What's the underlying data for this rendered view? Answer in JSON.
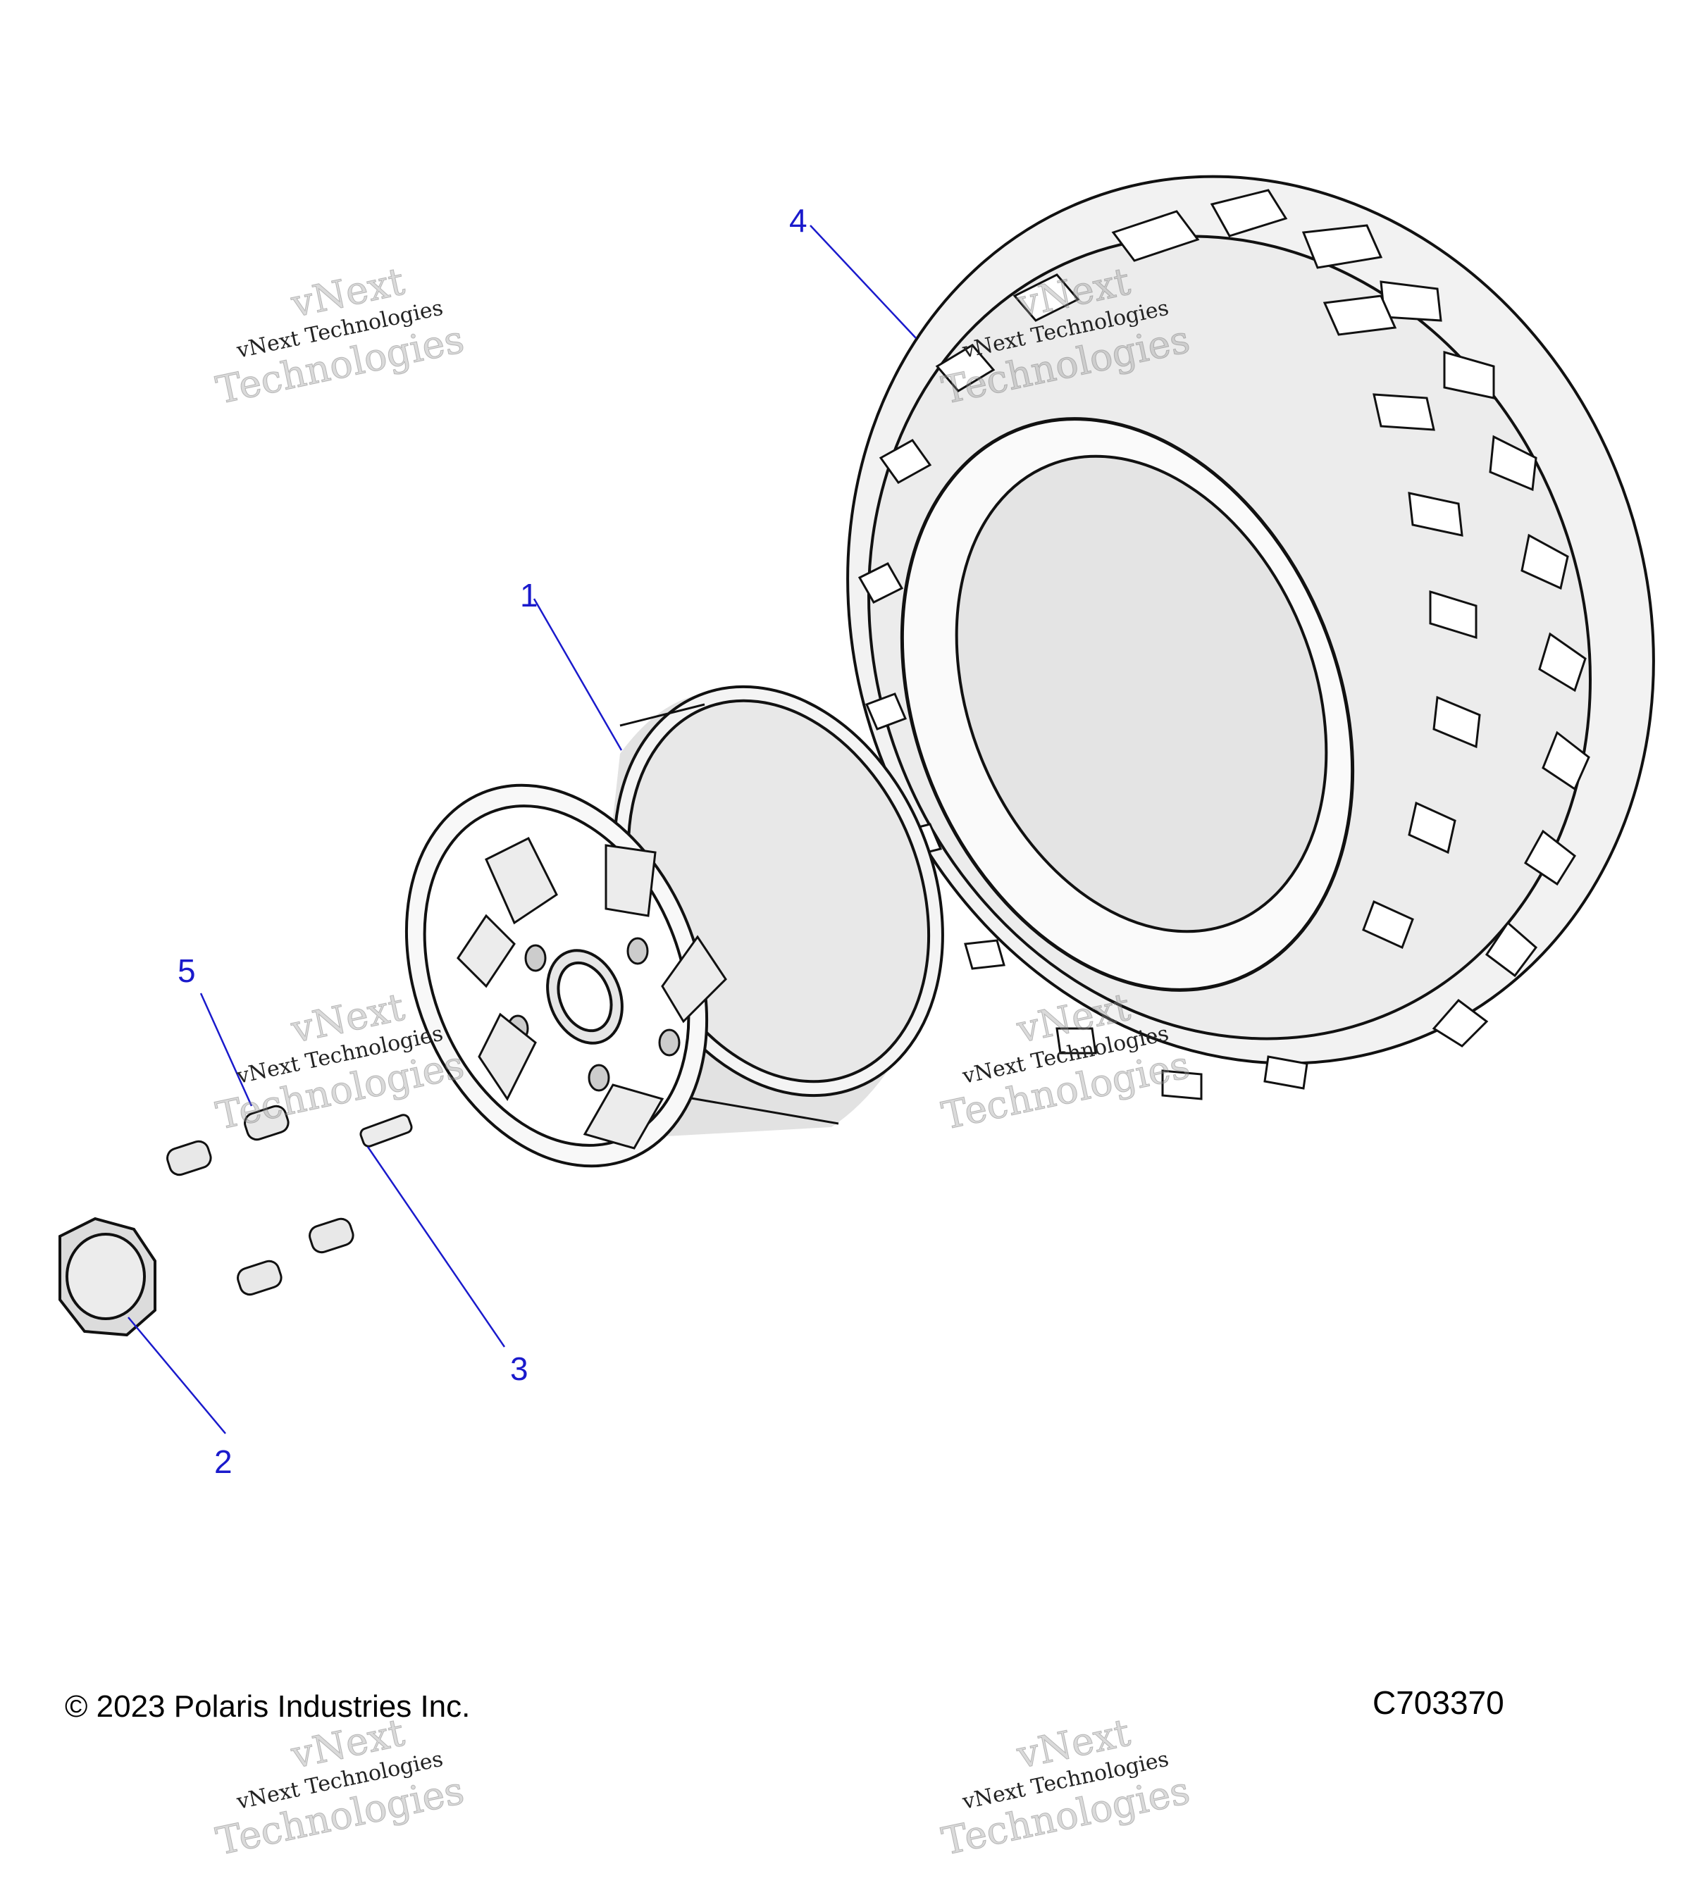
{
  "callouts": [
    {
      "label": "1"
    },
    {
      "label": "2"
    },
    {
      "label": "3"
    },
    {
      "label": "4"
    },
    {
      "label": "5"
    }
  ],
  "watermark": {
    "line1": "vNext",
    "line2": "vNext Technologies",
    "line3": "Technologies"
  },
  "footer": {
    "copyright": "© 2023 Polaris Industries Inc.",
    "figure_code": "C703370"
  },
  "colors": {
    "callout": "#1a1acc",
    "line_art": "#111111",
    "shade": "#d8d8d8"
  }
}
